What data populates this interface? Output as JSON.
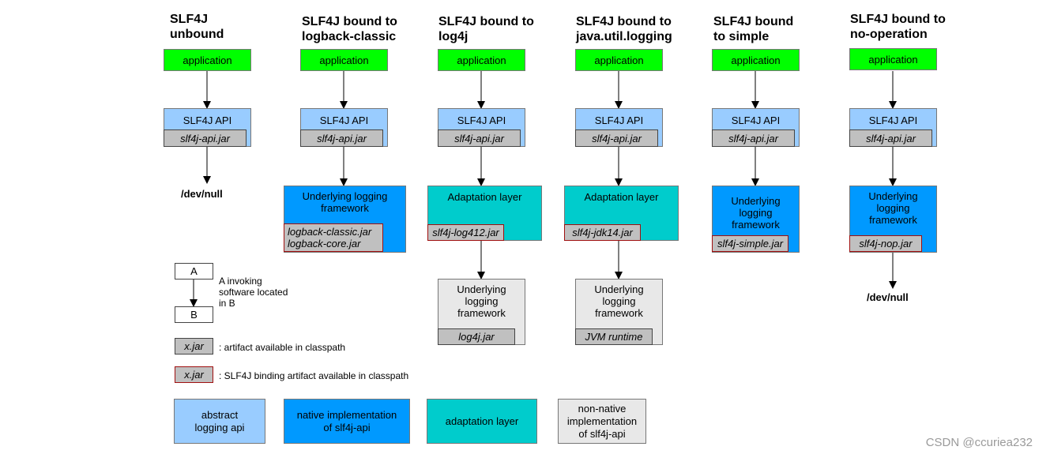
{
  "columns": [
    {
      "id": "unbound",
      "title": "SLF4J\nunbound",
      "app": "application",
      "api": "SLF4J API",
      "api_jar": "slf4j-api.jar",
      "devnull": "/dev/null"
    },
    {
      "id": "logback",
      "title": "SLF4J bound to\nlogback-classic",
      "app": "application",
      "api": "SLF4J API",
      "api_jar": "slf4j-api.jar",
      "impl": "Underlying logging\nframework",
      "impl_jar": "logback-classic.jar\nlogback-core.jar"
    },
    {
      "id": "log4j",
      "title": "SLF4J bound to\nlog4j",
      "app": "application",
      "api": "SLF4J API",
      "api_jar": "slf4j-api.jar",
      "adapt": "Adaptation layer",
      "adapt_jar": "slf4j-log412.jar",
      "under": "Underlying\nlogging\nframework",
      "under_jar": "log4j.jar"
    },
    {
      "id": "jul",
      "title": "SLF4J bound to\njava.util.logging",
      "app": "application",
      "api": "SLF4J API",
      "api_jar": "slf4j-api.jar",
      "adapt": "Adaptation layer",
      "adapt_jar": "slf4j-jdk14.jar",
      "under": "Underlying\nlogging\nframework",
      "under_jar": "JVM runtime"
    },
    {
      "id": "simple",
      "title": "SLF4J bound\nto simple",
      "app": "application",
      "api": "SLF4J API",
      "api_jar": "slf4j-api.jar",
      "impl": "Underlying\nlogging\nframework",
      "impl_jar": "slf4j-simple.jar"
    },
    {
      "id": "nop",
      "title": "SLF4J bound to\nno-operation",
      "app": "application",
      "api": "SLF4J API",
      "api_jar": "slf4j-api.jar",
      "impl": "Underlying\nlogging\nframework",
      "impl_jar": "slf4j-nop.jar",
      "devnull": "/dev/null"
    }
  ],
  "legend": {
    "a": "A",
    "b": "B",
    "invoke": "A invoking\nsoftware located\nin B",
    "jar_label": "x.jar",
    "jar_text": ": artifact available in classpath",
    "binding_label": "x.jar",
    "binding_text": ": SLF4J binding artifact available in classpath"
  },
  "keys": [
    {
      "label": "abstract\nlogging api",
      "color": "#99ccff"
    },
    {
      "label": "native implementation\nof slf4j-api",
      "color": "#0099ff"
    },
    {
      "label": "adaptation layer",
      "color": "#00cccc"
    },
    {
      "label": "non-native\nimplementation\nof slf4j-api",
      "color": "#e8e8e8"
    }
  ],
  "watermark": "CSDN @ccuriea232"
}
